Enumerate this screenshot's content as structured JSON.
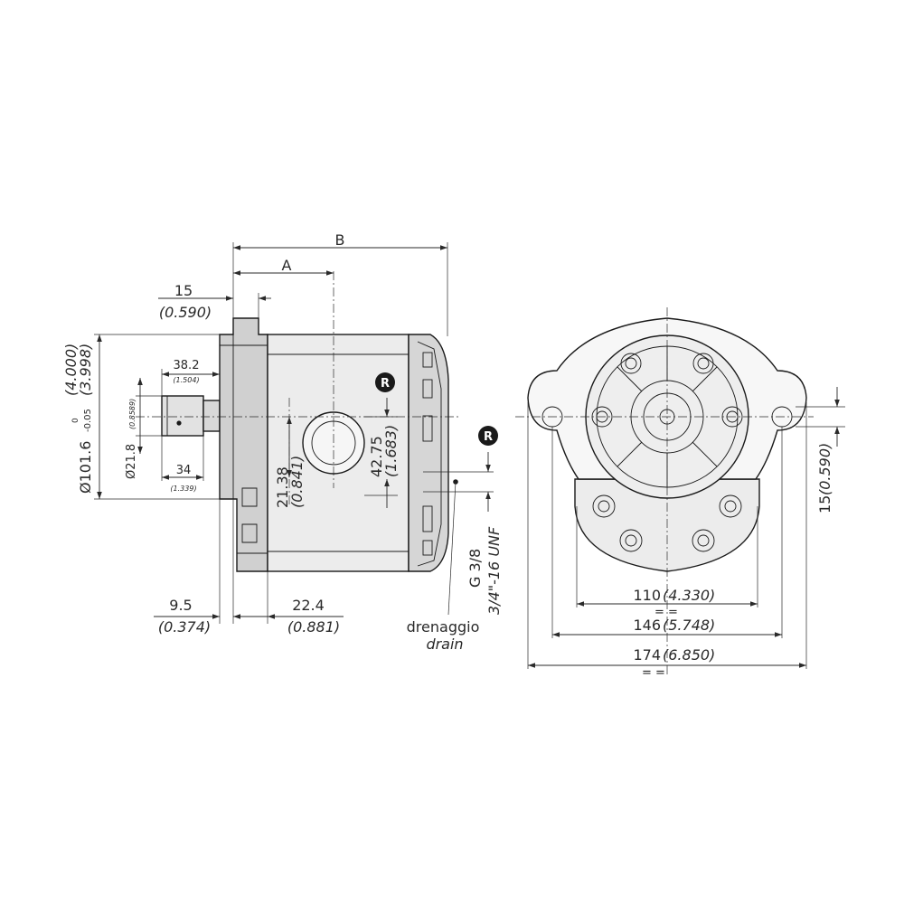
{
  "side_view": {
    "dim_B": "B",
    "dim_A": "A",
    "dim_15": "15",
    "dim_15_in": "(0.590)",
    "dim_382": "38.2",
    "dim_382_in": "(1.504)",
    "dim_shaft_dia": "Ø21.8",
    "dim_shaft_dia_in": "(0.8589)",
    "dim_34": "34",
    "dim_34_in": "(1.339)",
    "dim_pilot": "Ø101.6",
    "dim_pilot_tol_upper": "0",
    "dim_pilot_tol_lower": "-0.05",
    "dim_pilot_in_upper": "(4.000)",
    "dim_pilot_in_lower": "(3.998)",
    "dim_2138": "21.38",
    "dim_2138_in": "(0.841)",
    "dim_4275": "42.75",
    "dim_4275_in": "(1.683)",
    "dim_95": "9.5",
    "dim_95_in": "(0.374)",
    "dim_224": "22.4",
    "dim_224_in": "(0.881)",
    "port_marker": "R",
    "drain_marker": "R",
    "drain_g": "G 3/8",
    "drain_unf": "3/4\"-16 UNF",
    "drain_it": "drenaggio",
    "drain_en": "drain"
  },
  "front_view": {
    "dim_110": "110",
    "dim_110_in": "(4.330)",
    "dim_146": "146",
    "dim_146_in": "(5.748)",
    "dim_174": "174",
    "dim_174_in": "(6.850)",
    "dim_15": "15",
    "dim_15_in": "(0.590)"
  },
  "colors": {
    "flange_fill": "#d0d0d0",
    "body_fill": "#e9e9e9",
    "line": "#1a1a1a"
  }
}
